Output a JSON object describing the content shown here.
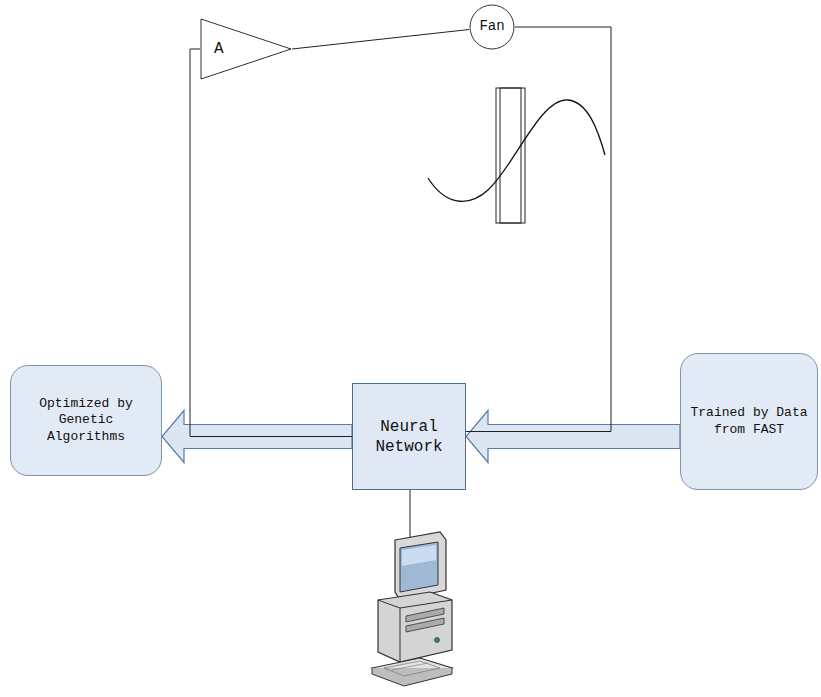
{
  "diagram": {
    "nodes": [
      {
        "text": [
          "A"
        ]
      },
      {
        "text": [
          "Fan"
        ]
      },
      {
        "text": [
          "Optimized by Genetic Algorithms"
        ]
      },
      {
        "text": [
          "Neural Network"
        ]
      },
      {
        "text": [
          "Trained by Data from FAST"
        ]
      }
    ],
    "edges": [
      {
        "from": 0,
        "to": 1,
        "arrow": "none"
      },
      {
        "from": 1,
        "to": 3,
        "arrow": "none"
      },
      {
        "from": 3,
        "to": 0,
        "arrow": "none"
      },
      {
        "from": 3,
        "to": 2,
        "arrow": "to"
      },
      {
        "from": 4,
        "to": 3,
        "arrow": "to"
      }
    ]
  }
}
